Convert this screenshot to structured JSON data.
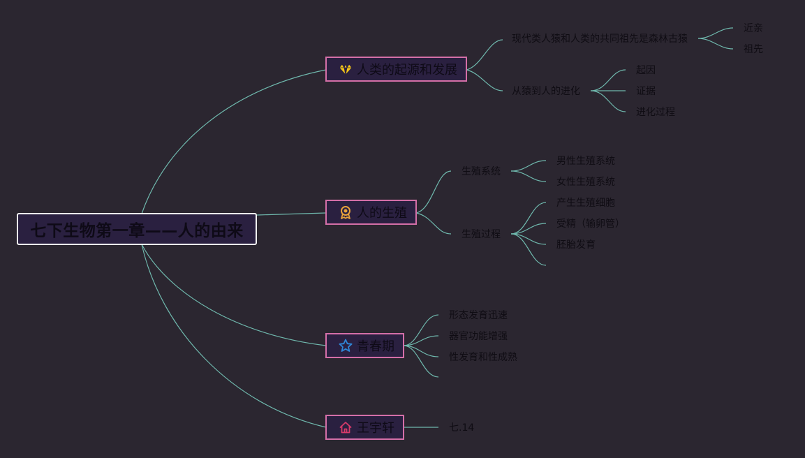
{
  "root": {
    "label": "七下生物第一章——人的由来"
  },
  "branches": [
    {
      "label": "人类的起源和发展",
      "icon": "diamond-icon",
      "icon_color": "#f5c518",
      "children": [
        {
          "label": "现代类人猿和人类的共同祖先是森林古猿",
          "children": [
            "近亲",
            "祖先"
          ]
        },
        {
          "label": "从猿到人的进化",
          "children": [
            "起因",
            "证据",
            "进化过程"
          ]
        }
      ]
    },
    {
      "label": "人的生殖",
      "icon": "award-medal-icon",
      "icon_color": "#e9a23b",
      "children": [
        {
          "label": "生殖系统",
          "children": [
            "男性生殖系统",
            "女性生殖系统"
          ]
        },
        {
          "label": "生殖过程",
          "children": [
            "产生生殖细胞",
            "受精（输卵管）",
            "胚胎发育",
            ""
          ]
        }
      ]
    },
    {
      "label": "青春期",
      "icon": "star-icon",
      "icon_color": "#2f86d6",
      "children": [
        {
          "label": "形态发育迅速"
        },
        {
          "label": "器官功能增强"
        },
        {
          "label": "性发育和性成熟"
        },
        {
          "label": ""
        }
      ]
    },
    {
      "label": "王宇轩",
      "icon": "home-icon",
      "icon_color": "#d63a6a",
      "children": [
        {
          "label": "七.14"
        }
      ]
    }
  ],
  "colors": {
    "background": "#2b2630",
    "line": "#6fb8ad",
    "branch_border": "#d46fa8",
    "root_border": "#f2f2f2",
    "node_fill": "#2a2040"
  }
}
